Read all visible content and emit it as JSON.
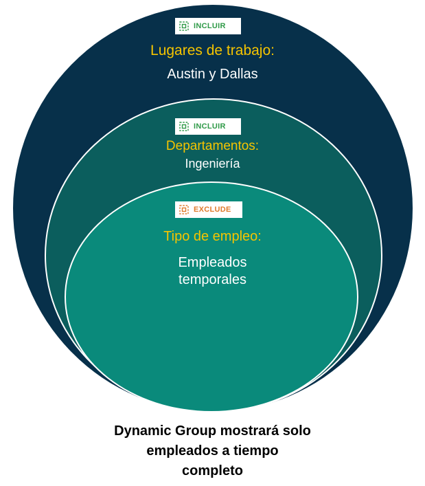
{
  "colors": {
    "outer_circle": "#07304a",
    "middle_circle": "#0b5e5d",
    "inner_circle": "#0a8a7b",
    "heading_text": "#f5c400",
    "include_badge": "#2f9a48",
    "exclude_badge": "#e07b2c"
  },
  "outer": {
    "badge": {
      "label": "INCLUIR",
      "icon": "include-filter-icon"
    },
    "heading": "Lugares de trabajo:",
    "value": "Austin y Dallas"
  },
  "middle": {
    "badge": {
      "label": "INCLUIR",
      "icon": "include-filter-icon"
    },
    "heading": "Departamentos:",
    "value": "Ingeniería"
  },
  "inner": {
    "badge": {
      "label": "EXCLUDE",
      "icon": "exclude-filter-icon"
    },
    "heading": "Tipo de empleo:",
    "value_lines": [
      "Empleados",
      "temporales"
    ]
  },
  "footer": {
    "lines": [
      "Dynamic Group mostrará solo",
      "empleados a tiempo",
      "completo"
    ]
  }
}
